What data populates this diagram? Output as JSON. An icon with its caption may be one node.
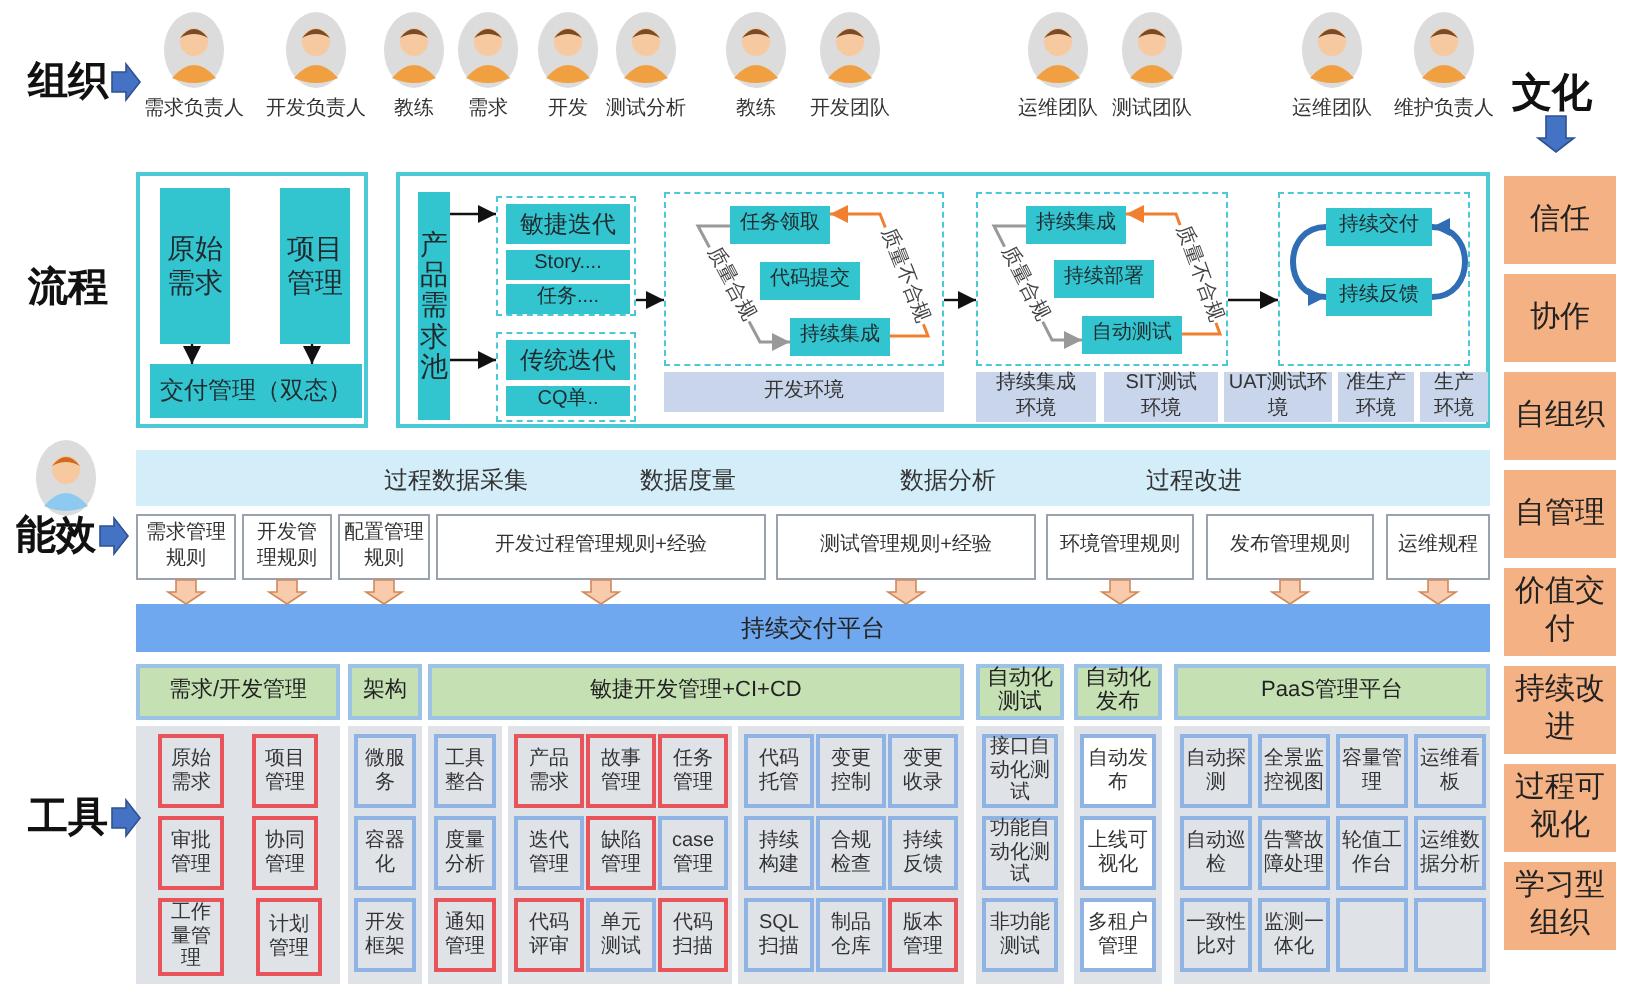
{
  "diagram": {
    "nodes": [
      {
        "text": [
          "需求负责人"
        ]
      },
      {
        "text": [
          "开发负责人"
        ]
      },
      {
        "text": [
          "教练"
        ]
      },
      {
        "text": [
          "需求"
        ]
      },
      {
        "text": [
          "开发"
        ]
      },
      {
        "text": [
          "测试分析"
        ]
      },
      {
        "text": [
          "教练"
        ]
      },
      {
        "text": [
          "开发团队"
        ]
      },
      {
        "text": [
          "运维团队"
        ]
      },
      {
        "text": [
          "测试团队"
        ]
      },
      {
        "text": [
          "运维团队"
        ]
      },
      {
        "text": [
          "维护负责人"
        ]
      },
      {
        "text": [],
        "shape": "box"
      },
      {
        "text": [
          "原始需求"
        ],
        "in": 12
      },
      {
        "text": [
          "项目管理"
        ],
        "in": 12
      },
      {
        "text": [
          "交付管理（双态）"
        ],
        "in": 12
      },
      {
        "text": [],
        "shape": "box"
      },
      {
        "text": [
          "产品需求池"
        ],
        "in": 16
      },
      {
        "text": [],
        "shape": "box",
        "in": 16
      },
      {
        "text": [
          "敏捷迭代"
        ],
        "in": 18
      },
      {
        "text": [
          "Story...."
        ],
        "in": 18
      },
      {
        "text": [
          "任务...."
        ],
        "in": 18
      },
      {
        "text": [],
        "shape": "box",
        "in": 16
      },
      {
        "text": [
          "传统迭代"
        ],
        "in": 22
      },
      {
        "text": [
          "CQ单.."
        ],
        "in": 22
      },
      {
        "text": [],
        "shape": "box",
        "in": 16
      },
      {
        "text": [
          "任务领取"
        ],
        "in": 25
      },
      {
        "text": [
          "代码提交"
        ],
        "in": 25
      },
      {
        "text": [
          "持续集成"
        ],
        "in": 25
      },
      {
        "text": [
          "开发环境"
        ],
        "in": 16
      },
      {
        "text": [],
        "shape": "box",
        "in": 16
      },
      {
        "text": [
          "持续集成"
        ],
        "in": 30
      },
      {
        "text": [
          "持续部署"
        ],
        "in": 30
      },
      {
        "text": [
          "自动测试"
        ],
        "in": 30
      },
      {
        "text": [
          "持续集成环境"
        ],
        "in": 16
      },
      {
        "text": [
          "SIT测试环境"
        ],
        "in": 16
      },
      {
        "text": [],
        "shape": "box",
        "in": 16
      },
      {
        "text": [
          "持续交付"
        ],
        "in": 36
      },
      {
        "text": [
          "持续反馈"
        ],
        "in": 36
      },
      {
        "text": [
          "UAT测试环境"
        ],
        "in": 16
      },
      {
        "text": [
          "准生产环境"
        ],
        "in": 16
      },
      {
        "text": [
          "生产环境"
        ],
        "in": 16
      },
      {
        "text": [
          "过程数据采集",
          "数据度量",
          "数据分析",
          "过程改进"
        ]
      },
      {
        "text": [
          "需求管理规则"
        ]
      },
      {
        "text": [
          "开发管理规则"
        ]
      },
      {
        "text": [
          "配置管理规则"
        ]
      },
      {
        "text": [
          "开发过程管理规则+经验"
        ]
      },
      {
        "text": [
          "测试管理规则+经验"
        ]
      },
      {
        "text": [
          "环境管理规则"
        ]
      },
      {
        "text": [
          "发布管理规则"
        ]
      },
      {
        "text": [
          "运维规程"
        ]
      },
      {
        "text": [
          "持续交付平台"
        ]
      },
      {
        "text": [
          "信任"
        ]
      },
      {
        "text": [
          "协作"
        ]
      },
      {
        "text": [
          "自组织"
        ]
      },
      {
        "text": [
          "自管理"
        ]
      },
      {
        "text": [
          "价值交付"
        ]
      },
      {
        "text": [
          "持续改进"
        ]
      },
      {
        "text": [
          "过程可视化"
        ]
      },
      {
        "text": [
          "学习型组织"
        ]
      },
      {
        "text": [
          "需求/开发管理"
        ]
      },
      {
        "text": [],
        "shape": "box"
      },
      {
        "text": [
          "原始需求"
        ],
        "in": 61
      },
      {
        "text": [
          "项目管理"
        ],
        "in": 61
      },
      {
        "text": [
          "审批管理"
        ],
        "in": 61
      },
      {
        "text": [
          "协同管理"
        ],
        "in": 61
      },
      {
        "text": [
          "工作量管理"
        ],
        "in": 61
      },
      {
        "text": [
          "计划管理"
        ],
        "in": 61
      },
      {
        "text": [
          "架构"
        ]
      },
      {
        "text": [],
        "shape": "box"
      },
      {
        "text": [
          "微服务"
        ],
        "in": 69
      },
      {
        "text": [
          "容器化"
        ],
        "in": 69
      },
      {
        "text": [
          "开发框架"
        ],
        "in": 69
      },
      {
        "text": [
          "敏捷开发管理+CI+CD"
        ]
      },
      {
        "text": [],
        "shape": "box"
      },
      {
        "text": [
          "工具整合"
        ],
        "in": 74
      },
      {
        "text": [
          "度量分析"
        ],
        "in": 74
      },
      {
        "text": [
          "通知管理"
        ],
        "in": 74
      },
      {
        "text": [],
        "shape": "box"
      },
      {
        "text": [
          "产品需求"
        ],
        "in": 78
      },
      {
        "text": [
          "故事管理"
        ],
        "in": 78
      },
      {
        "text": [
          "任务管理"
        ],
        "in": 78
      },
      {
        "text": [
          "迭代管理"
        ],
        "in": 78
      },
      {
        "text": [
          "缺陷管理"
        ],
        "in": 78
      },
      {
        "text": [
          "case管理"
        ],
        "in": 78
      },
      {
        "text": [
          "代码评审"
        ],
        "in": 78
      },
      {
        "text": [
          "单元测试"
        ],
        "in": 78
      },
      {
        "text": [
          "代码扫描"
        ],
        "in": 78
      },
      {
        "text": [],
        "shape": "box"
      },
      {
        "text": [
          "代码托管"
        ],
        "in": 88
      },
      {
        "text": [
          "变更控制"
        ],
        "in": 88
      },
      {
        "text": [
          "变更收录"
        ],
        "in": 88
      },
      {
        "text": [
          "持续构建"
        ],
        "in": 88
      },
      {
        "text": [
          "合规检查"
        ],
        "in": 88
      },
      {
        "text": [
          "持续反馈"
        ],
        "in": 88
      },
      {
        "text": [
          "SQL扫描"
        ],
        "in": 88
      },
      {
        "text": [
          "制品仓库"
        ],
        "in": 88
      },
      {
        "text": [
          "版本管理"
        ],
        "in": 88
      },
      {
        "text": [
          "自动化测试"
        ]
      },
      {
        "text": [],
        "shape": "box"
      },
      {
        "text": [
          "接口自动化测试"
        ],
        "in": 99
      },
      {
        "text": [
          "功能自动化测试"
        ],
        "in": 99
      },
      {
        "text": [
          "非功能测试"
        ],
        "in": 99
      },
      {
        "text": [
          "自动化发布"
        ]
      },
      {
        "text": [],
        "shape": "box"
      },
      {
        "text": [
          "自动发布"
        ],
        "in": 104
      },
      {
        "text": [
          "上线可视化"
        ],
        "in": 104
      },
      {
        "text": [
          "多租户管理"
        ],
        "in": 104
      },
      {
        "text": [
          "PaaS管理平台"
        ]
      },
      {
        "text": [],
        "shape": "box"
      },
      {
        "text": [
          "自动探测"
        ],
        "in": 109
      },
      {
        "text": [
          "全景监控视图"
        ],
        "in": 109
      },
      {
        "text": [
          "容量管理"
        ],
        "in": 109
      },
      {
        "text": [
          "运维看板"
        ],
        "in": 109
      },
      {
        "text": [
          "自动巡检"
        ],
        "in": 109
      },
      {
        "text": [
          "告警故障处理"
        ],
        "in": 109
      },
      {
        "text": [
          "轮值工作台"
        ],
        "in": 109
      },
      {
        "text": [
          "运维数据分析"
        ],
        "in": 109
      },
      {
        "text": [
          "一致性比对"
        ],
        "in": 109
      },
      {
        "text": [
          "监测一体化"
        ],
        "in": 109
      },
      {
        "text": [],
        "shape": "box",
        "in": 109
      },
      {
        "text": [],
        "shape": "box",
        "in": 109
      },
      {
        "text": [
          "组织"
        ]
      },
      {
        "text": [
          "文化"
        ]
      },
      {
        "text": [
          "能效"
        ]
      },
      {
        "text": [
          "工具"
        ]
      }
    ],
    "edges": [
      {
        "from": 13,
        "to": 15,
        "arrow": "to"
      },
      {
        "from": 14,
        "to": 15,
        "arrow": "to"
      },
      {
        "from": 17,
        "to": 18,
        "arrow": "to"
      },
      {
        "from": 17,
        "to": 22,
        "arrow": "to"
      },
      {
        "from": 18,
        "to": 25,
        "arrow": "to"
      },
      {
        "from": 25,
        "to": 30,
        "arrow": "to"
      },
      {
        "from": 30,
        "to": 36,
        "arrow": "to"
      },
      {
        "from": 37,
        "to": 38,
        "arrow": "to",
        "style": "thick",
        "color": "#2f6db5"
      },
      {
        "from": 38,
        "to": 37,
        "arrow": "to",
        "style": "thick",
        "color": "#2f6db5"
      },
      {
        "from": 43,
        "to": 51,
        "arrow": "to",
        "style": "thick",
        "color": "#f8cbad"
      },
      {
        "from": 44,
        "to": 51,
        "arrow": "to",
        "style": "thick",
        "color": "#f8cbad"
      },
      {
        "from": 45,
        "to": 51,
        "arrow": "to",
        "style": "thick",
        "color": "#f8cbad"
      },
      {
        "from": 46,
        "to": 51,
        "arrow": "to",
        "style": "thick",
        "color": "#f8cbad"
      },
      {
        "from": 47,
        "to": 51,
        "arrow": "to",
        "style": "thick",
        "color": "#f8cbad"
      },
      {
        "from": 48,
        "to": 51,
        "arrow": "to",
        "style": "thick",
        "color": "#f8cbad"
      },
      {
        "from": 49,
        "to": 51,
        "arrow": "to",
        "style": "thick",
        "color": "#f8cbad"
      },
      {
        "from": 50,
        "to": 51,
        "arrow": "to",
        "style": "thick",
        "color": "#f8cbad"
      },
      {
        "from": 26,
        "to": 28,
        "arrow": "to",
        "label": "质量合规",
        "color": "#999999"
      },
      {
        "from": 28,
        "to": 26,
        "arrow": "to",
        "label": "质量不合规",
        "color": "#f08030"
      },
      {
        "from": 31,
        "to": 33,
        "arrow": "to",
        "label": "质量合规",
        "color": "#999999"
      },
      {
        "from": 33,
        "to": 31,
        "arrow": "to",
        "label": "质量不合规",
        "color": "#f08030"
      },
      {
        "from": 122,
        "to": null,
        "arrow": "to",
        "style": "thick",
        "color": "#4472c4"
      },
      {
        "from": 123,
        "to": null,
        "arrow": "to",
        "style": "thick",
        "color": "#4472c4"
      },
      {
        "from": 124,
        "to": null,
        "arrow": "to",
        "style": "thick",
        "color": "#4472c4"
      },
      {
        "from": 125,
        "to": null,
        "arrow": "to",
        "style": "thick",
        "color": "#4472c4"
      }
    ],
    "labels": [
      "流程"
    ]
  }
}
